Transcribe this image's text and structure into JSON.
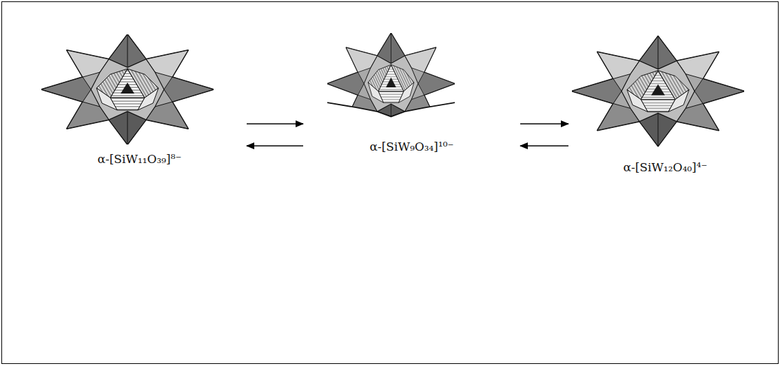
{
  "diagram": {
    "nodes": [
      {
        "text": [
          "α-[SiW₁₁O₃₉]⁸⁻"
        ]
      },
      {
        "text": [
          "α-[SiW₉O₃₄]¹⁰⁻"
        ]
      },
      {
        "text": [
          "α-[SiW₁₂O₄₀]⁴⁻"
        ]
      }
    ],
    "edges": [
      {
        "from": 0,
        "to": 1,
        "arrow": "to"
      },
      {
        "from": 1,
        "to": 0,
        "arrow": "to"
      },
      {
        "from": 1,
        "to": 2,
        "arrow": "to"
      },
      {
        "from": 2,
        "to": 1,
        "arrow": "to"
      }
    ]
  }
}
